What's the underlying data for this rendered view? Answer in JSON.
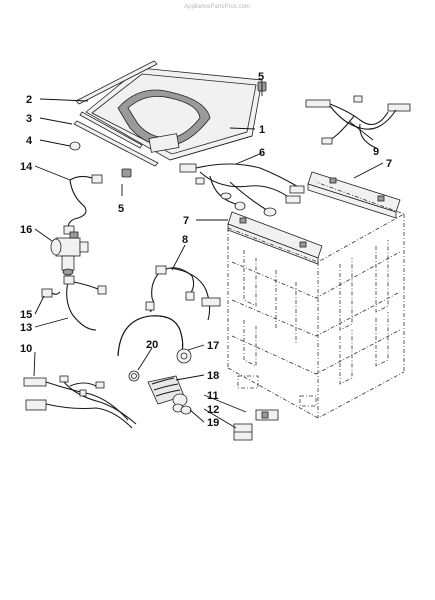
{
  "watermark": "AppliancePartsPros.com",
  "callouts": {
    "c1": "1",
    "c2": "2",
    "c3": "3",
    "c4": "4",
    "c5a": "5",
    "c5b": "5",
    "c6": "6",
    "c7a": "7",
    "c7b": "7",
    "c8": "8",
    "c9": "9",
    "c10": "10",
    "c11": "11",
    "c12": "12",
    "c13": "13",
    "c14": "14",
    "c15": "15",
    "c16": "16",
    "c17": "17",
    "c18": "18",
    "c19": "19",
    "c20": "20"
  }
}
